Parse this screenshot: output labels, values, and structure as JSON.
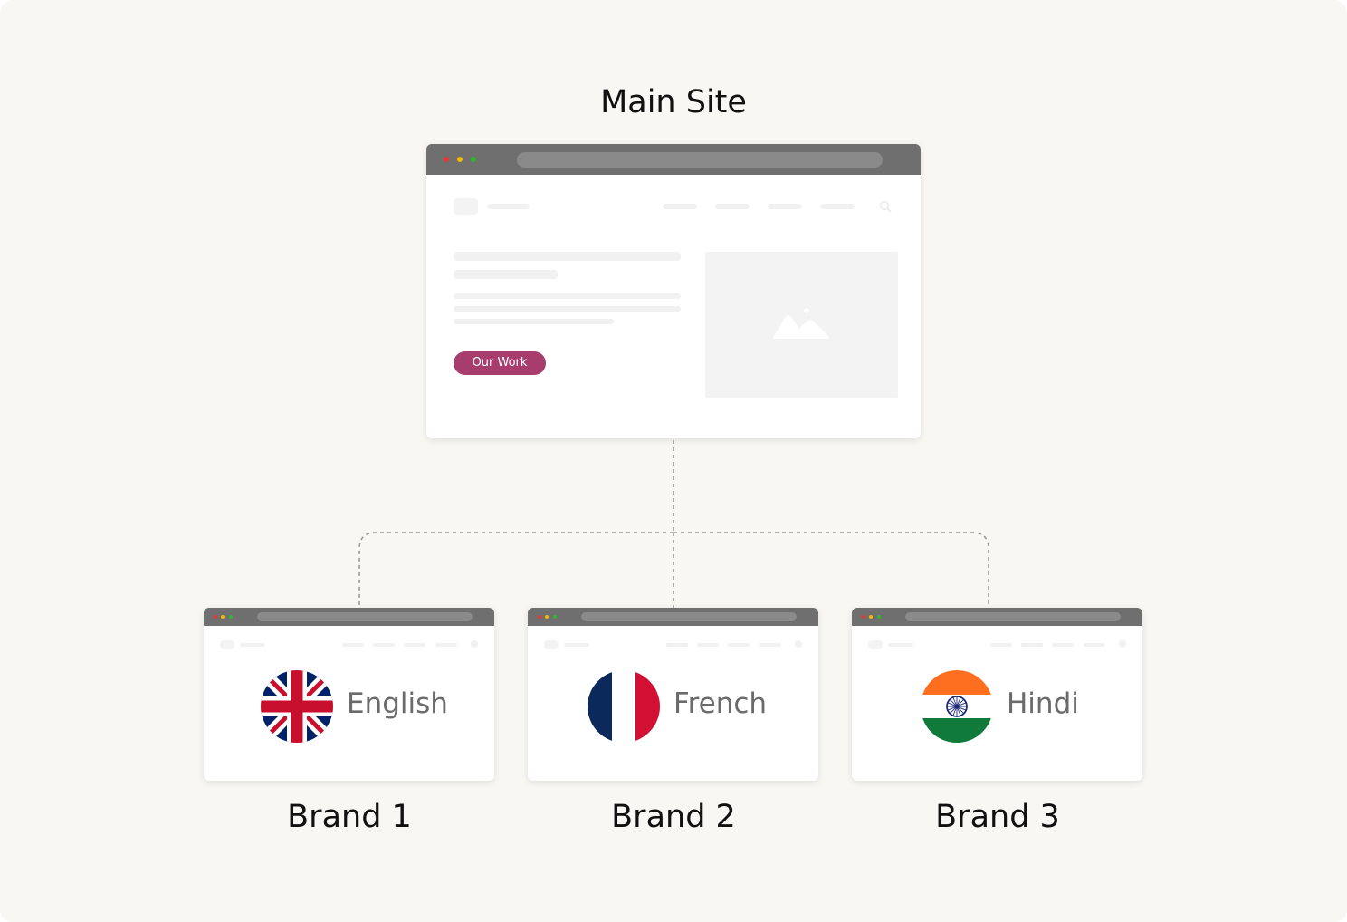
{
  "main_site": {
    "title": "Main Site",
    "cta_label": "Our Work",
    "image_icon": "mountain-image-icon"
  },
  "brands": [
    {
      "title": "Brand 1",
      "language": "English",
      "flag_icon": "uk-flag-icon"
    },
    {
      "title": "Brand 2",
      "language": "French",
      "flag_icon": "france-flag-icon"
    },
    {
      "title": "Brand 3",
      "language": "Hindi",
      "flag_icon": "india-flag-icon"
    }
  ],
  "colors": {
    "background": "#f8f7f3",
    "titlebar": "#6f6f6f",
    "cta": "#a63d6d",
    "connector": "#9a9a9a"
  }
}
